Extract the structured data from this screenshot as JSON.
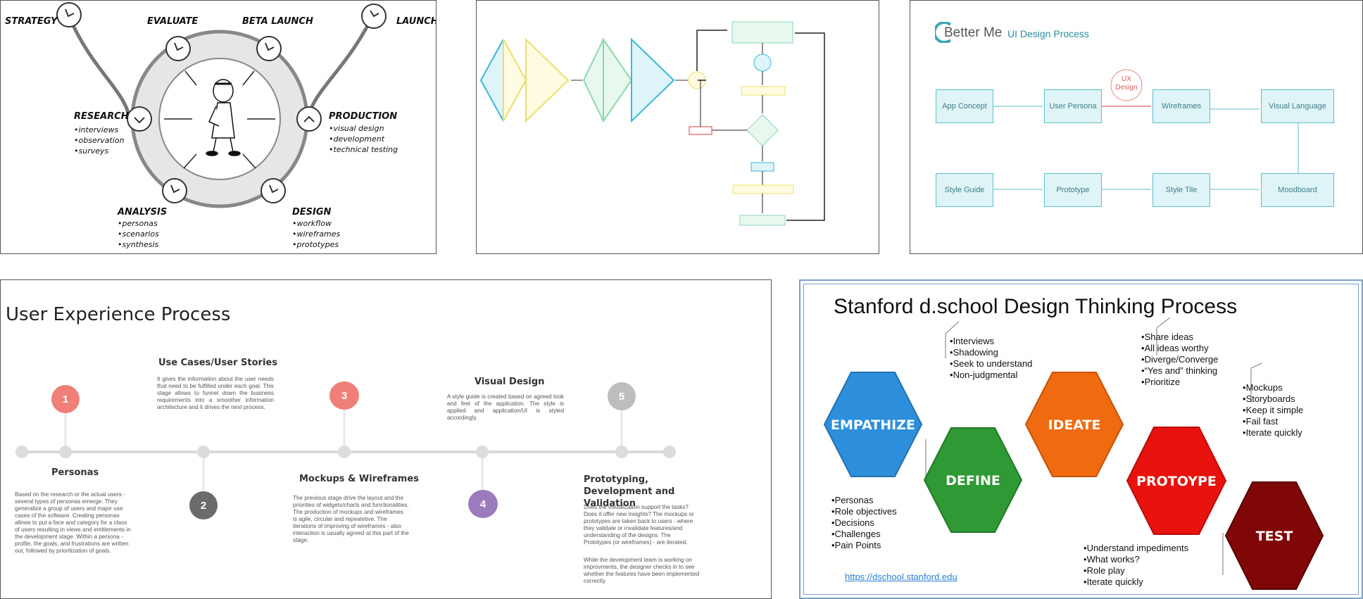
{
  "lifecycle": {
    "labels": {
      "strategy": "STRATEGY",
      "evaluate": "EVALUATE",
      "beta": "BETA LAUNCH",
      "launch": "LAUNCH",
      "research": "RESEARCH",
      "production": "PRODUCTION",
      "analysis": "ANALYSIS",
      "design": "DESIGN"
    },
    "research_items": [
      "interviews",
      "observation",
      "surveys"
    ],
    "production_items": [
      "visual design",
      "development",
      "technical testing"
    ],
    "analysis_items": [
      "personas",
      "scenarios",
      "synthesis"
    ],
    "design_items": [
      "workflow",
      "wireframes",
      "prototypes"
    ]
  },
  "betterme": {
    "brand": "Better Me",
    "title": "UI Design Process",
    "ux_badge": "UX Design",
    "row1": [
      "App Concept",
      "User Persona",
      "Wireframes",
      "Visual Language"
    ],
    "row2": [
      "Style Guide",
      "Prototype",
      "Style Tile",
      "Moodboard"
    ]
  },
  "ux": {
    "title": "User Experience Process",
    "steps": [
      {
        "num": "1",
        "title": "Personas",
        "desc": "Based on the research or the actual users - several types of personas emerge. They generalize a group of users and major use cases of the software. Creating personas allows to put a face and category for a class of users resulting in views and entitlements in the development stage. Within a persona - profile, the goals, and frustrations are written out, followed by prioritization of goals."
      },
      {
        "num": "2",
        "title": "Use Cases/User Stories",
        "desc": "It gives the information about the user needs that need to be fulfilled under each goal. This stage allows to funnel down the business requirements into a smoother information architecture and it drives the next process."
      },
      {
        "num": "3",
        "title": "Mockups & Wireframes",
        "desc": "The previous stage drive the layout and the priorities of widgets/charts and functionalities. The production of mockups and wireframes is agile, circular and repeatetive. The iterations of improving of wireframes - also interaction is usually agreed at this part of the stage."
      },
      {
        "num": "4",
        "title": "Visual Design",
        "desc": "A style guide is created based on agreed look and feel of the application. The style is applied and application/UI is styled accordingly."
      },
      {
        "num": "5",
        "title": "Prototyping, Development and Validation",
        "desc": "Does the visualization support the tasks? Does it offer new insights? The mockups or prototypes are taken back to users - where they validate or invalidate features/and understanding of the designs. The Prototypes (or wireframes) - are iterated.",
        "desc2": "While the development team is working on improvments, the designer checks in to see whether the features have been implemented correctly"
      }
    ]
  },
  "stanford": {
    "title": "Stanford d.school Design Thinking Process",
    "link": "https://dschool.stanford.edu",
    "stages": {
      "empathize": "Empathize",
      "define": "Define",
      "ideate": "Ideate",
      "prototype": "Protoype",
      "test": "Test"
    },
    "empathize_items": [
      "Interviews",
      "Shadowing",
      "Seek to understand",
      "Non-judgmental"
    ],
    "define_items": [
      "Personas",
      "Role objectives",
      "Decisions",
      "Challenges",
      "Pain Points"
    ],
    "ideate_items": [
      "Share ideas",
      "All ideas worthy",
      "Diverge/Converge",
      "“Yes and” thinking",
      "Prioritize"
    ],
    "prototype_items": [
      "Mockups",
      "Storyboards",
      "Keep it simple",
      "Fail fast",
      "Iterate quickly"
    ],
    "test_items": [
      "Understand impediments",
      "What works?",
      "Role play",
      "Iterate quickly"
    ],
    "colors": {
      "empathize": "#2d8fdc",
      "define": "#2f9a35",
      "ideate": "#f06a0f",
      "prototype": "#e8120e",
      "test": "#800707"
    }
  }
}
